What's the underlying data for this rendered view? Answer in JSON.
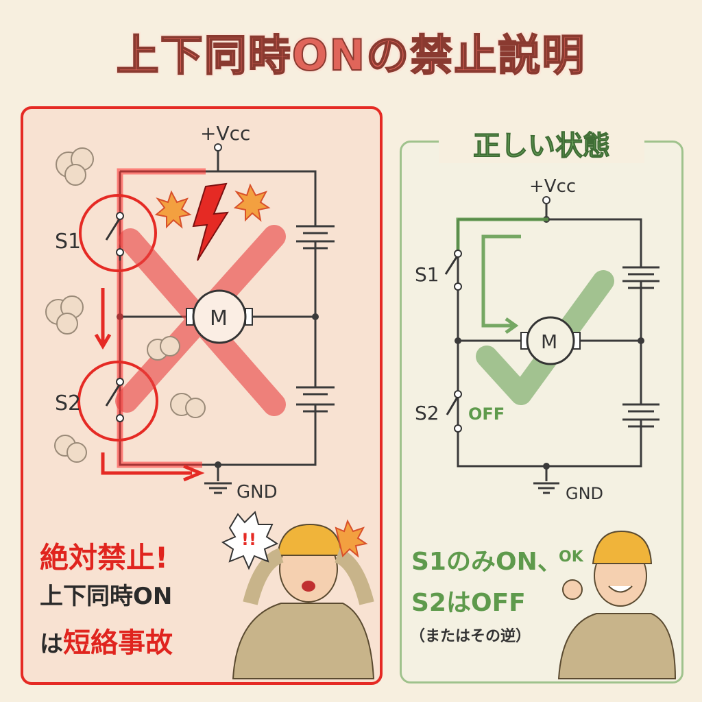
{
  "title": "上下同時ONの禁止説明",
  "colors": {
    "danger": "#e52a24",
    "ok": "#6aa35a",
    "background": "#f7efdf"
  },
  "left_panel": {
    "vcc": "+Vcc",
    "s1": "S1",
    "s2": "S2",
    "motor": "M",
    "gnd": "GND",
    "exclaim": "!!",
    "warning_title": "絶対禁止!",
    "line1": "上下同時ON",
    "line2_prefix": "は",
    "line2_emphasis": "短絡事故"
  },
  "right_panel": {
    "heading": "正しい状態",
    "vcc": "+Vcc",
    "s1": "S1",
    "s2": "S2",
    "s2_state": "OFF",
    "motor": "M",
    "gnd": "GND",
    "ok_badge": "OK",
    "line1": "S1のみON、",
    "line2": "S2はOFF",
    "line3": "（またはその逆）"
  }
}
